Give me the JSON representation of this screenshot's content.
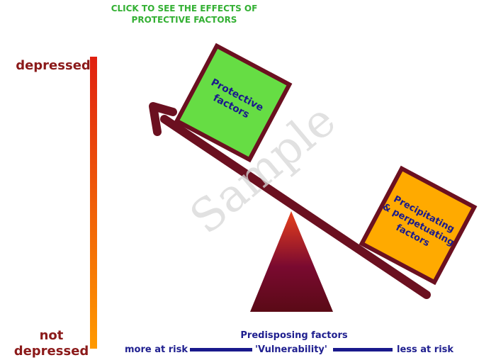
{
  "header": {
    "cta_line1": "CLICK TO SEE THE EFFECTS OF",
    "cta_line2": "PROTECTIVE FACTORS"
  },
  "scale": {
    "top_label": "depressed",
    "bottom_label_line1": "not",
    "bottom_label_line2": "depressed",
    "gradient_top_color": "#e02010",
    "gradient_bottom_color": "#ff9a00"
  },
  "seesaw": {
    "beam_color": "#6b1020",
    "arrow_icon": "arrow-up-left-icon",
    "fulcrum_top_color": "#e8401c",
    "fulcrum_bottom_color": "#5a0a16",
    "protective_box": {
      "line1": "Protective",
      "line2": "factors",
      "fill": "#66dd44",
      "border": "#6b1020"
    },
    "precip_box": {
      "line1": "Precipitating",
      "line2": "& perpetuating",
      "line3": "factors",
      "fill": "#ffaa00",
      "border": "#6b1020"
    }
  },
  "watermark": "Sample",
  "predisposing": {
    "title": "Predisposing factors",
    "left": "more at risk",
    "center": "'Vulnerability'",
    "right": "less at risk",
    "line_color": "#1a1a8c"
  }
}
